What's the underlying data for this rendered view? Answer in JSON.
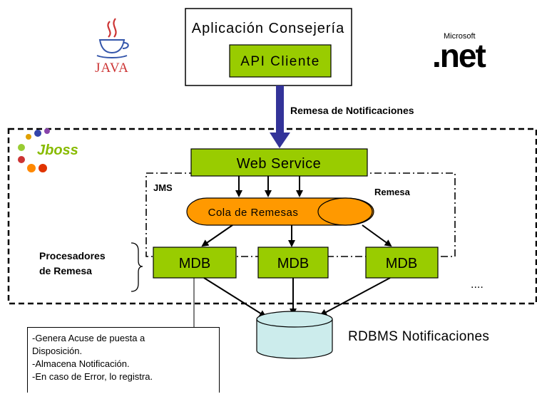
{
  "app": {
    "title": "Aplicación Consejería",
    "api_label": "API Cliente"
  },
  "logos": {
    "java": "JAVA",
    "microsoft": "Microsoft",
    "net": ".net",
    "jboss": "Jboss"
  },
  "labels": {
    "remesa_notificaciones": "Remesa de Notificaciones",
    "web_service": "Web Service",
    "jms": "JMS",
    "remesa": "Remesa",
    "cola": "Cola de Remesas",
    "procesadores": [
      "Procesadores",
      "de Remesa"
    ],
    "mdb": "MDB",
    "ellipsis": "....",
    "rdbms": "RDBMS Notificaciones"
  },
  "note": {
    "lines": [
      "-Genera Acuse de puesta a",
      "Disposición.",
      "-Almacena Notificación.",
      "-En caso de Error, lo registra."
    ]
  },
  "colors": {
    "green": "#99CC00",
    "orange": "#FF9900",
    "navy_arrow": "#333399",
    "cylinder": "#CCECEC"
  }
}
